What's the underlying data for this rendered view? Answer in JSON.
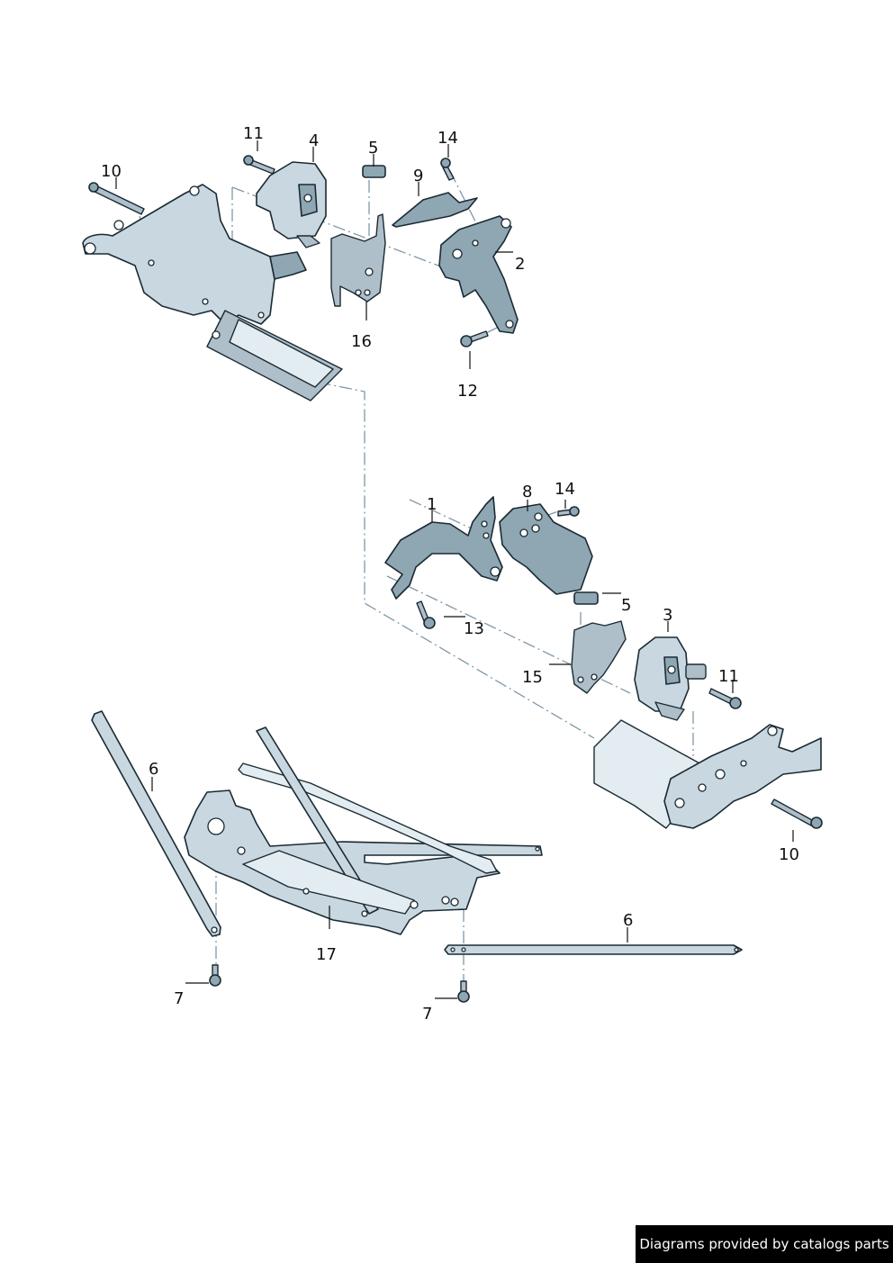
{
  "diagram": {
    "callouts": {
      "top_assembly": [
        "10",
        "11",
        "4",
        "5",
        "14",
        "9",
        "2",
        "16",
        "12"
      ],
      "middle_assembly": [
        "1",
        "8",
        "14",
        "5",
        "13",
        "3",
        "15",
        "11",
        "10"
      ],
      "bottom_assembly": [
        "6",
        "17",
        "7",
        "6",
        "7"
      ]
    },
    "labels": {
      "p10a": "10",
      "p11a": "11",
      "p4": "4",
      "p5a": "5",
      "p14a": "14",
      "p9": "9",
      "p2": "2",
      "p16": "16",
      "p12": "12",
      "p1": "1",
      "p8": "8",
      "p14b": "14",
      "p5b": "5",
      "p13": "13",
      "p3": "3",
      "p15": "15",
      "p11b": "11",
      "p10b": "10",
      "p6a": "6",
      "p17": "17",
      "p7a": "7",
      "p6b": "6",
      "p7b": "7"
    },
    "colors": {
      "part_fill": "#c9d8e0",
      "part_shadow": "#8fa6b3",
      "outline": "#1a2a33",
      "center_line": "#7f98a8"
    }
  },
  "footer": {
    "credit": "Diagrams provided by catalogs parts"
  }
}
